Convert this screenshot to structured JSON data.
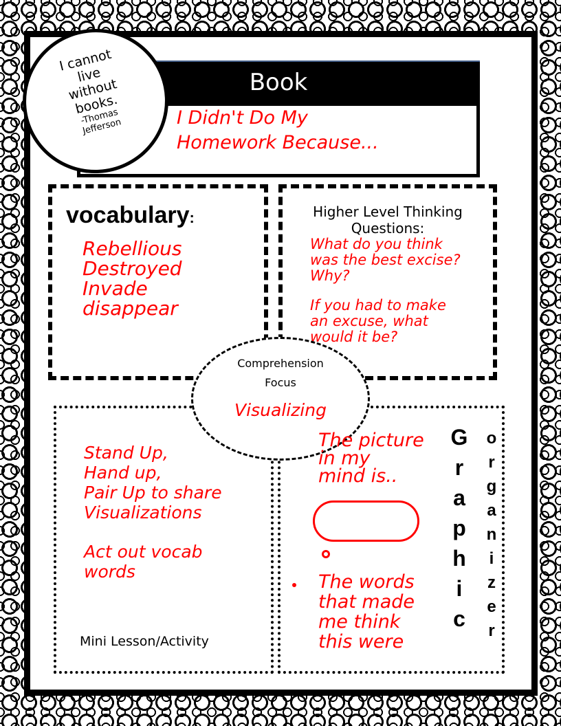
{
  "quote": {
    "lines": [
      "I cannot",
      "live",
      "without",
      "books."
    ],
    "author": [
      "-Thomas",
      "Jefferson"
    ]
  },
  "title": "Book",
  "book_title": [
    "I Didn't Do My",
    "Homework Because..."
  ],
  "vocabulary": {
    "heading": "vocabulary",
    "colon": ":",
    "words": [
      "Rebellious",
      "Destroyed",
      "Invade",
      "disappear"
    ]
  },
  "hlt": {
    "heading": [
      "Higher Level Thinking",
      "Questions:"
    ],
    "q1": [
      "What do you think",
      "was the best excise?",
      "Why?"
    ],
    "q2": [
      "If you had to make",
      "an excuse, what",
      "would it be?"
    ]
  },
  "comprehension": {
    "heading": [
      "Comprehension",
      "Focus"
    ],
    "focus": "Visualizing"
  },
  "mini_lesson": {
    "activity": [
      "Stand Up,",
      "Hand up,",
      "Pair Up to share",
      "Visualizations"
    ],
    "activity2": [
      "Act out vocab",
      "words"
    ],
    "label": "Mini Lesson/Activity"
  },
  "graphic_organizer": {
    "prompt1": [
      "The picture",
      "in my",
      "mind is.."
    ],
    "prompt2": [
      "The words",
      "that made",
      "me think",
      "this were"
    ],
    "word1": [
      "G",
      "r",
      "a",
      "p",
      "h",
      "i",
      "c"
    ],
    "word2": [
      "o",
      "r",
      "g",
      "a",
      "n",
      "i",
      "z",
      "e",
      "r"
    ]
  },
  "colors": {
    "accent": "#ff0000"
  }
}
